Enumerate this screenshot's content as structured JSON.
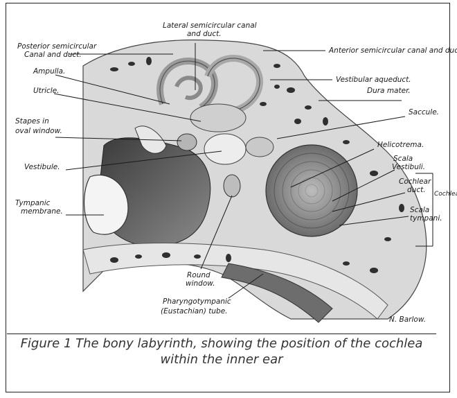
{
  "labels": {
    "lateral_canal_1": "Lateral semicircular canal",
    "lateral_canal_2": "and duct.",
    "posterior_canal_1": "Posterior semicircular",
    "posterior_canal_2": "Canal and duct.",
    "anterior_canal": "Anterior semicircular canal and duct.",
    "ampulla": "Ampulla.",
    "vestibular_aqueduct": "Vestibular aqueduct.",
    "utricle": "Utricle.",
    "dura_mater": "Dura mater.",
    "saccule": "Saccule.",
    "stapes_1": "Stapes in",
    "stapes_2": "oval window.",
    "helicotrema": "Helicotrema.",
    "scala_vestibuli_1": "Scala",
    "scala_vestibuli_2": "Vestibuli.",
    "vestibule": "Vestibule.",
    "cochlear_duct_1": "Cochlear",
    "cochlear_duct_2": "duct.",
    "cochlea": "Cochlea",
    "tympanic_membrane_1": "Tympanic",
    "tympanic_membrane_2": "membrane.",
    "scala_tympani_1": "Scala",
    "scala_tympani_2": "tympani.",
    "round_window_1": "Round",
    "round_window_2": "window.",
    "pharyngo_1": "Pharyngotympanic",
    "pharyngo_2": "(Eustachian) tube.",
    "signature": "N. Barlow."
  },
  "caption": "Figure 1 The bony labyrinth, showing the position of the cochlea within the inner ear"
}
